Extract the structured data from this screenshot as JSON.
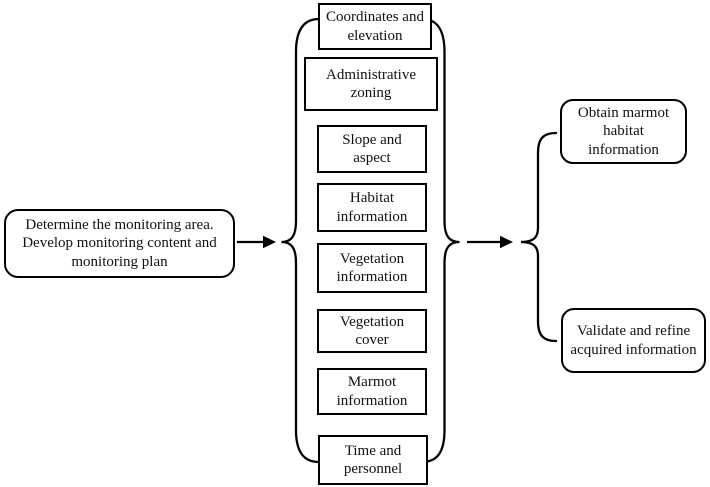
{
  "diagram": {
    "start": {
      "label": "Determine the monitoring area. Develop monitoring content and monitoring plan"
    },
    "middle_items": [
      {
        "label": "Coordinates and elevation"
      },
      {
        "label": "Administrative zoning"
      },
      {
        "label": "Slope and aspect"
      },
      {
        "label": "Habitat information"
      },
      {
        "label": "Vegetation information"
      },
      {
        "label": "Vegetation cover"
      },
      {
        "label": "Marmot information"
      },
      {
        "label": "Time and personnel"
      }
    ],
    "outputs": [
      {
        "label": "Obtain marmot habitat information"
      },
      {
        "label": "Validate and refine acquired information"
      }
    ],
    "colors": {
      "line": "#000000",
      "text": "#111111",
      "background": "#ffffff"
    }
  }
}
